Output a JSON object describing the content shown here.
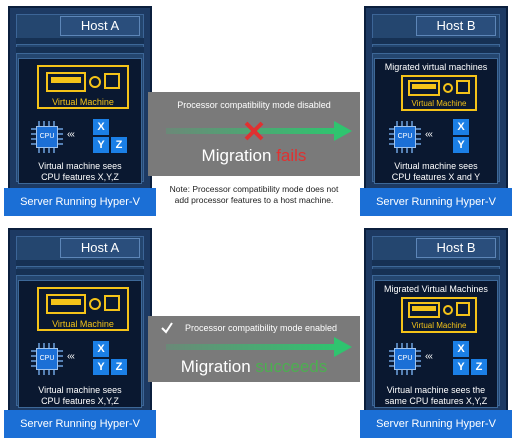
{
  "colors": {
    "server": "#1d3a63",
    "accent_blue": "#1b6fd6",
    "vm_yellow": "#f4c319",
    "fail_red": "#e03131",
    "success_green": "#4caf50",
    "arrow_green": "#2fc46f",
    "panel_gray": "#7a7a7a"
  },
  "top": {
    "host_a": {
      "label": "Host A",
      "vm_label": "Virtual Machine",
      "features": [
        "X",
        "Y",
        "Z"
      ],
      "caption_1": "Virtual machine sees",
      "caption_2": "CPU features X,Y,Z",
      "base": "Server Running Hyper-V"
    },
    "host_b": {
      "label": "Host B",
      "vm_title": "Migrated virtual machines",
      "vm_label": "Virtual Machine",
      "features": [
        "X",
        "Y"
      ],
      "caption_1": "Virtual machine sees",
      "caption_2": "CPU features X and Y",
      "base": "Server Running Hyper-V"
    },
    "panel": {
      "mode": "Processor compatibility mode  disabled",
      "migration": "Migration",
      "result": "fails"
    },
    "note_1": "Note: Processor compatibility mode does not",
    "note_2": "add processor features to a host machine."
  },
  "bottom": {
    "host_a": {
      "label": "Host A",
      "vm_label": "Virtual Machine",
      "features": [
        "X",
        "Y",
        "Z"
      ],
      "caption_1": "Virtual machine sees",
      "caption_2": "CPU features X,Y,Z",
      "base": "Server Running Hyper-V"
    },
    "host_b": {
      "label": "Host B",
      "vm_title": "Migrated Virtual Machines",
      "vm_label": "Virtual Machine",
      "features": [
        "X",
        "Y",
        "Z"
      ],
      "caption_1": "Virtual machine sees the",
      "caption_2": "same CPU features X,Y,Z",
      "base": "Server Running Hyper-V"
    },
    "panel": {
      "mode": "Processor compatibility mode enabled",
      "migration": "Migration",
      "result": "succeeds"
    }
  },
  "cpu_label": "CPU"
}
